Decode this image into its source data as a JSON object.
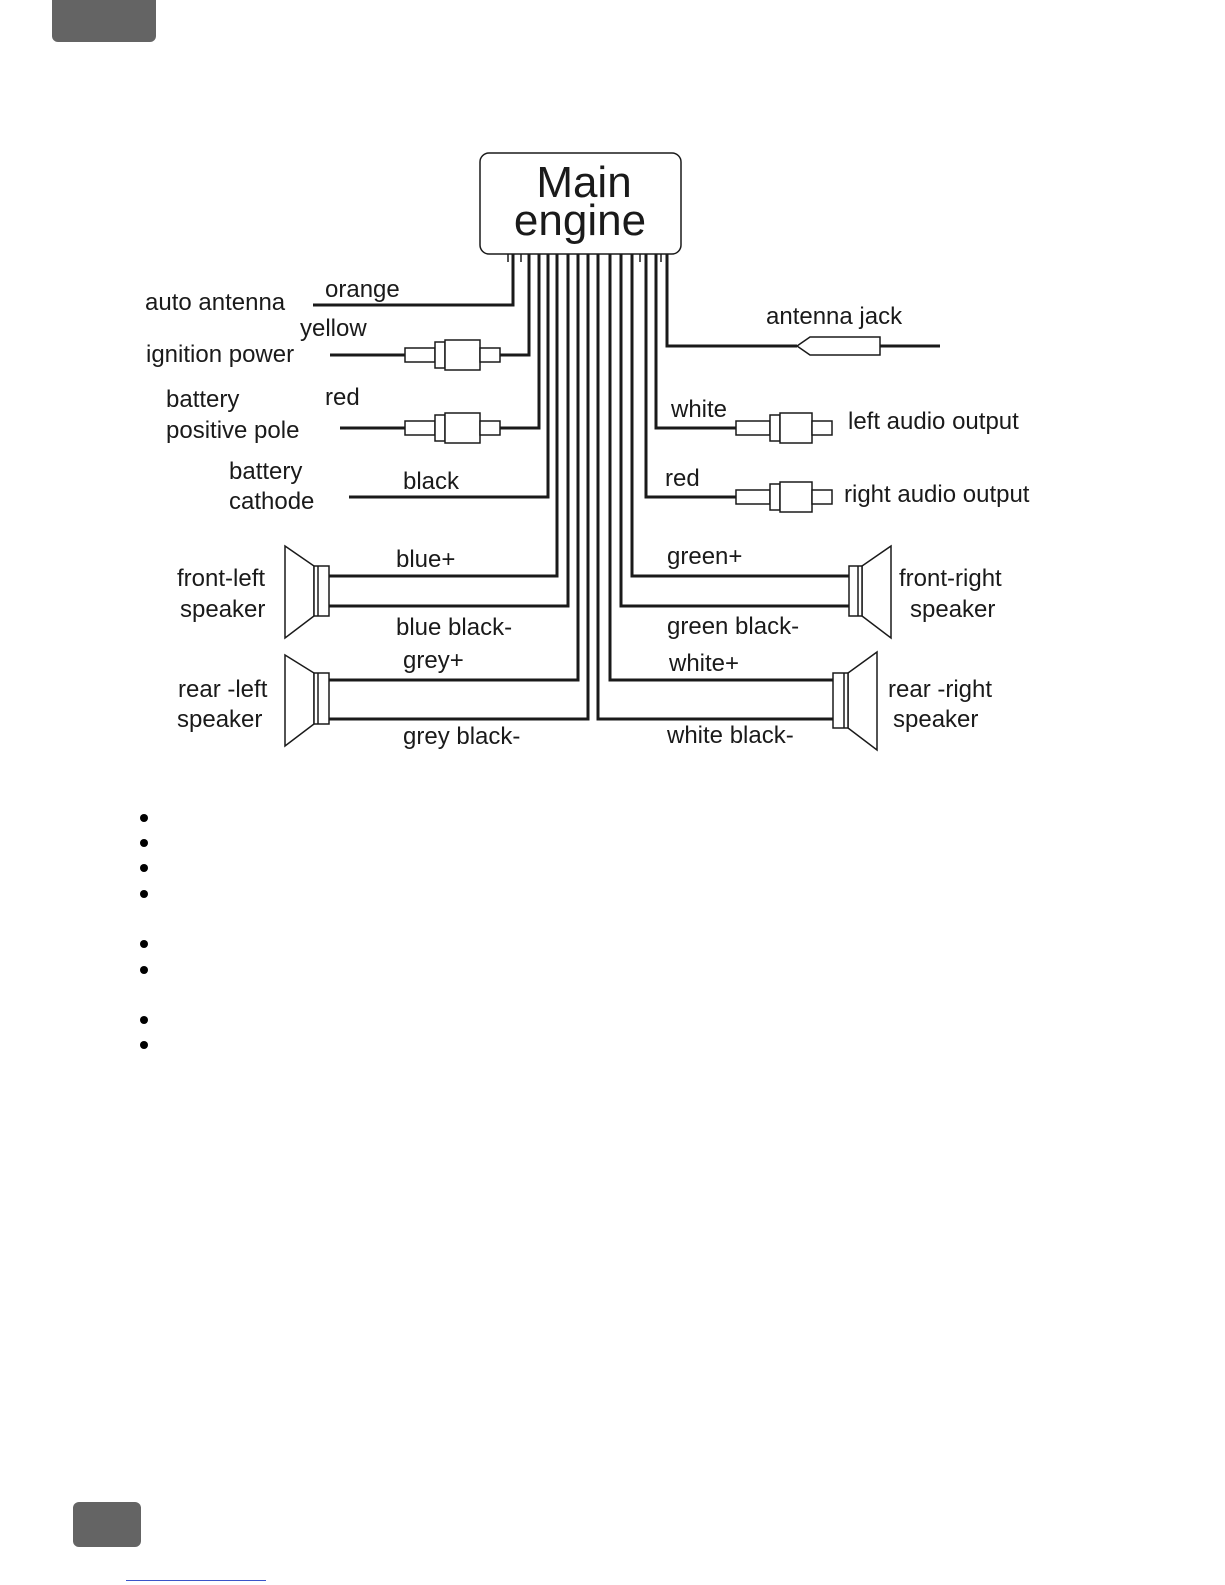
{
  "main_box": {
    "line1": "Main",
    "line2": "engine"
  },
  "left_labels": {
    "auto_antenna": "auto antenna",
    "ignition_power": "ignition power",
    "battery_positive_1": "battery",
    "battery_positive_2": "positive pole",
    "battery_cathode_1": "battery",
    "battery_cathode_2": "cathode",
    "front_left_1": "front-left",
    "front_left_2": "speaker",
    "rear_left_1": "rear -left",
    "rear_left_2": "speaker"
  },
  "left_wires": {
    "orange": "orange",
    "yellow": "yellow",
    "red": "red",
    "black": "black",
    "blue_plus": "blue+",
    "blue_black": "blue black-",
    "grey_plus": "grey+",
    "grey_black": "grey black-"
  },
  "right_labels": {
    "antenna_jack": "antenna jack",
    "left_audio": "left audio output",
    "right_audio": "right audio output",
    "front_right_1": "front-right",
    "front_right_2": "speaker",
    "rear_right_1": "rear -right",
    "rear_right_2": "speaker"
  },
  "right_wires": {
    "white": "white",
    "red": "red",
    "green_plus": "green+",
    "green_black": "green black-",
    "white_plus": "white+",
    "white_black": "white black-"
  },
  "colors": {
    "tab": "#646464",
    "wire": "#1a1a1a"
  }
}
